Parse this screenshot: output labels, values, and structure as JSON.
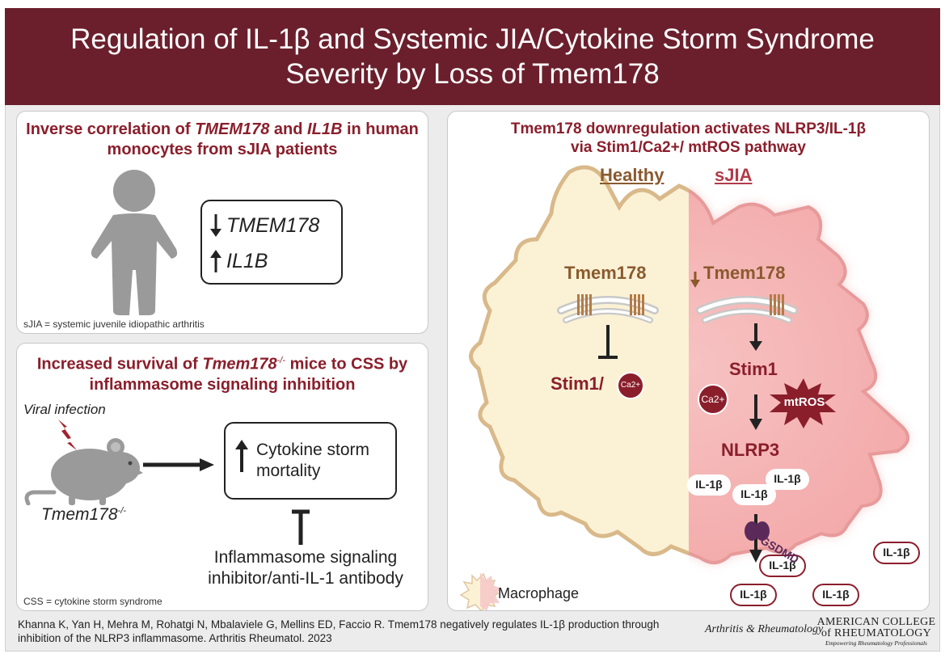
{
  "header": {
    "title": "Regulation of IL-1β and Systemic JIA/Cytokine Storm Syndrome Severity by Loss of Tmem178"
  },
  "panel_a": {
    "title_pre": "Inverse correlation of ",
    "title_gene1": "TMEM178",
    "title_mid": " and ",
    "title_gene2": "IL1B",
    "title_post": " in human monocytes from sJIA patients",
    "gene_down": "TMEM178",
    "gene_up": "IL1B",
    "footnote": "sJIA = systemic juvenile idiopathic arthritis"
  },
  "panel_b": {
    "title_pre": "Increased survival of ",
    "title_gene": "Tmem178",
    "title_sup": "-/-",
    "title_post": " mice to CSS by inflammasome signaling inhibition",
    "viral": "Viral infection",
    "mouse_label": "Tmem178",
    "mouse_sup": "-/-",
    "outcome": "Cytokine storm mortality",
    "inhibitor": "Inflammasome signaling inhibitor/anti-IL-1 antibody",
    "footnote": "CSS = cytokine storm syndrome"
  },
  "panel_c": {
    "title_line1": "Tmem178 downregulation activates NLRP3/IL-1β",
    "title_line2": "via Stim1/Ca2+/ mtROS pathway",
    "healthy": "Healthy",
    "sjia": "sJIA",
    "tmem_left": "Tmem178",
    "tmem_right": "Tmem178",
    "stim_left": "Stim1/",
    "stim_right": "Stim1",
    "ca": "Ca2+",
    "mtros": "mtROS",
    "nlrp3": "NLRP3",
    "il1b": "IL-1β",
    "gsdmd": "GSDMD",
    "macrophage": "Macrophage"
  },
  "footer": {
    "citation": "Khanna K, Yan H, Mehra M, Rohatgi N, Mbalaviele G, Mellins ED, Faccio R. Tmem178 negatively regulates IL-1β production through inhibition of the NLRP3 inflammasome. Arthritis Rheumatol. 2023",
    "journal": "Arthritis & Rheumatology",
    "acr_line1": "AMERICAN COLLEGE",
    "acr_line2": "of RHEUMATOLOGY",
    "acr_tagline": "Empowering Rheumatology Professionals"
  },
  "colors": {
    "maroon": "#6b1f2c",
    "accent_red": "#8b1e2b",
    "brown": "#8a5a2e",
    "cell_cream": "#fbf2d6",
    "cell_pink": "#f6c9c9"
  }
}
